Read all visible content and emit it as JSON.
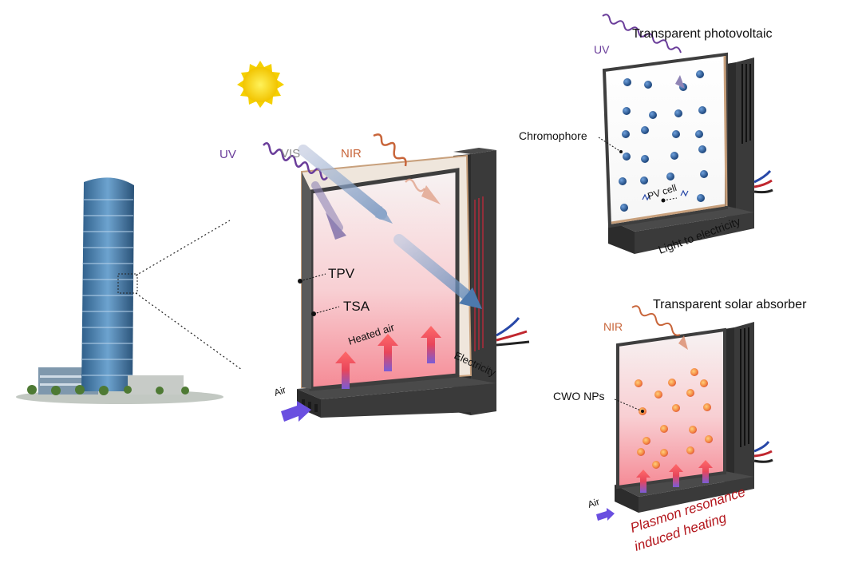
{
  "main_panel": {
    "uv": "UV",
    "vis": "VIS",
    "nir": "NIR",
    "tpv": "TPV",
    "tsa": "TSA",
    "heated_air": "Heated air",
    "air": "Air",
    "electricity": "Electricity"
  },
  "tpv_panel": {
    "title": "Transparent photovoltaic",
    "uv": "UV",
    "chromophore": "Chromophore",
    "pv_cell": "PV cell",
    "light_to_electricity": "Light to electricity"
  },
  "tsa_panel": {
    "title": "Transparent solar absorber",
    "nir": "NIR",
    "cwo_nps": "CWO NPs",
    "air": "Air",
    "plasmon_line1": "Plasmon resonance",
    "plasmon_line2": "induced heating"
  },
  "colors": {
    "uv": "#6a3d9a",
    "vis": "#8a8a8a",
    "nir": "#c8653a",
    "frame": "#3a3a3a",
    "plasmon_text": "#b3151b",
    "sun": "#f5d000"
  }
}
